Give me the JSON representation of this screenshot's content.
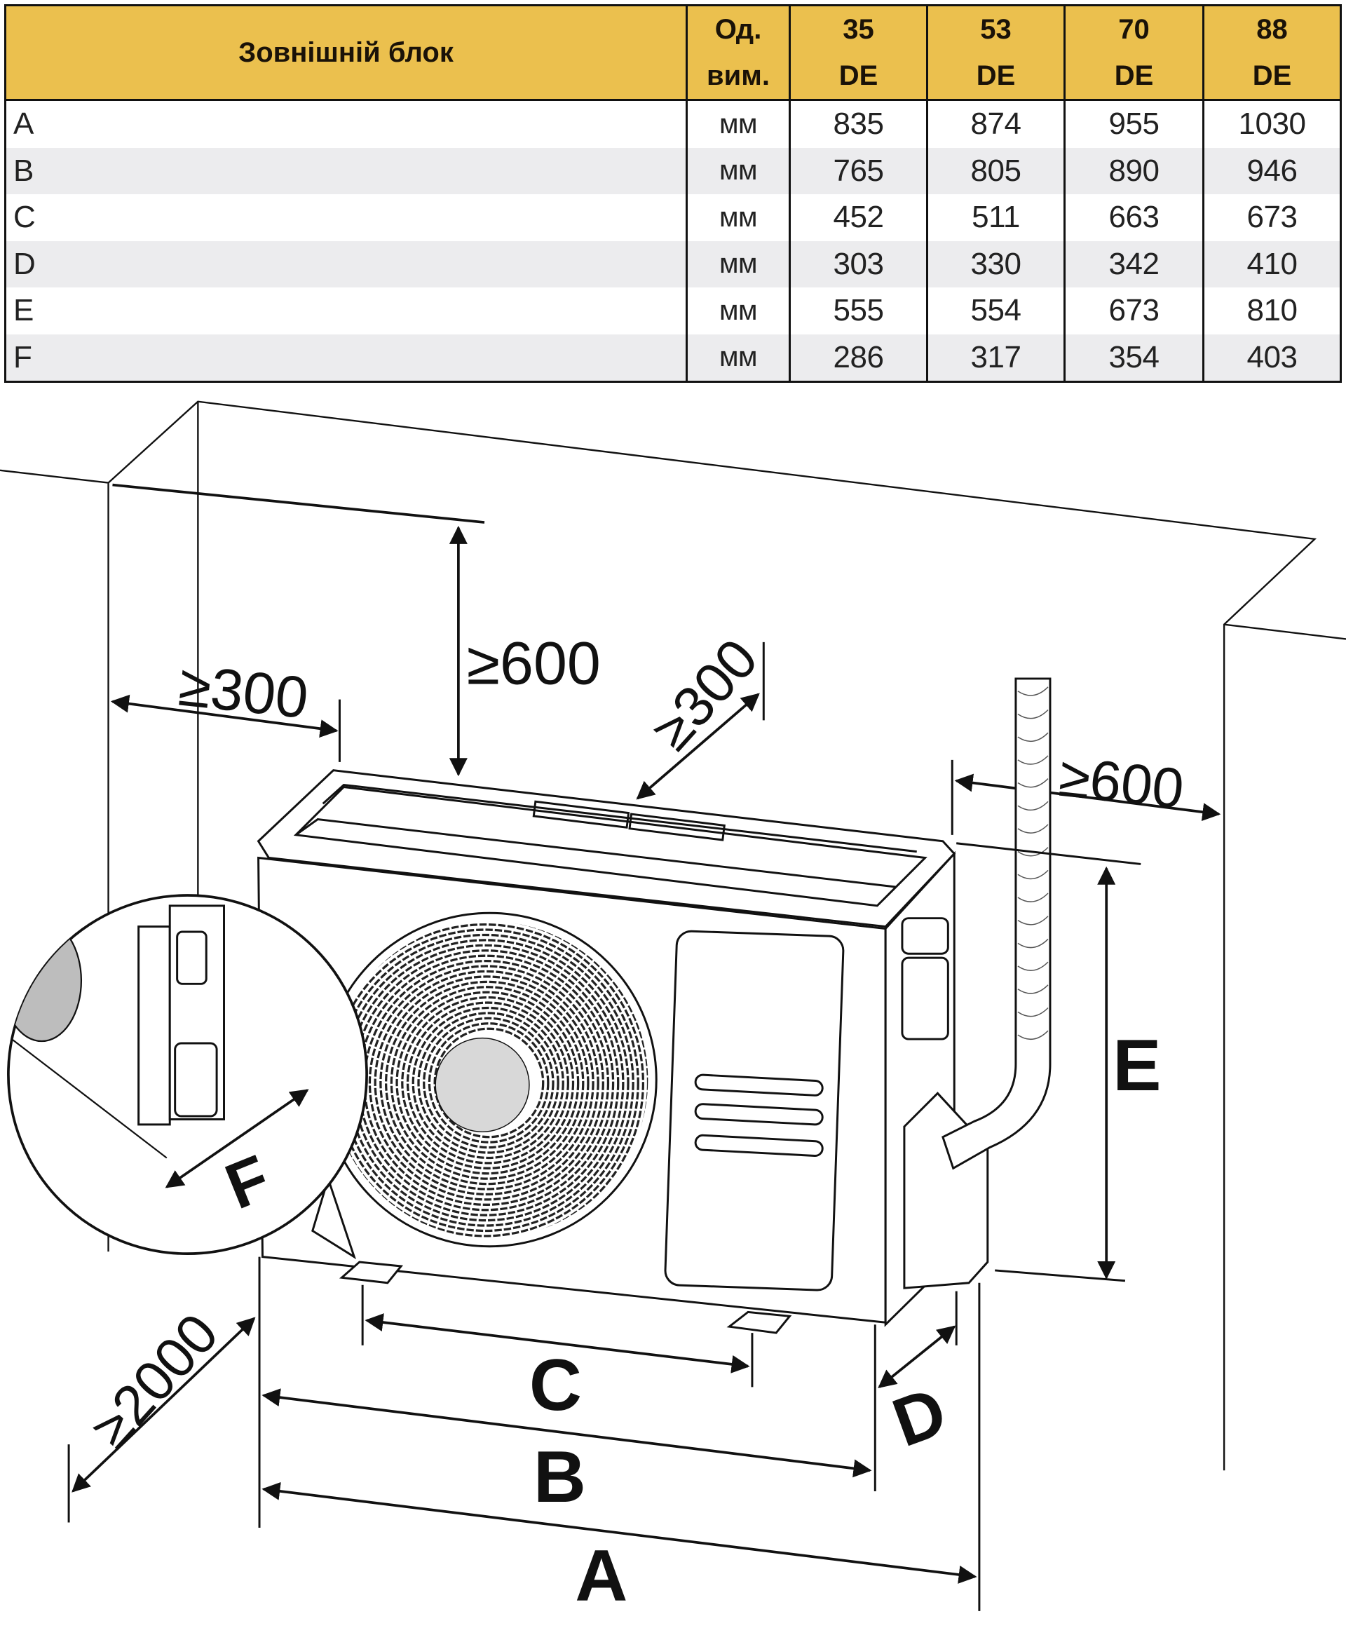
{
  "table": {
    "header": {
      "title": "Зовнішній блок",
      "unit_line1": "Од.",
      "unit_line2": "вим.",
      "models": [
        {
          "line1": "35",
          "line2": "DE"
        },
        {
          "line1": "53",
          "line2": "DE"
        },
        {
          "line1": "70",
          "line2": "DE"
        },
        {
          "line1": "88",
          "line2": "DE"
        }
      ]
    },
    "rows": [
      {
        "param": "A",
        "unit": "мм",
        "values": [
          "835",
          "874",
          "955",
          "1030"
        ]
      },
      {
        "param": "B",
        "unit": "мм",
        "values": [
          "765",
          "805",
          "890",
          "946"
        ]
      },
      {
        "param": "C",
        "unit": "мм",
        "values": [
          "452",
          "511",
          "663",
          "673"
        ]
      },
      {
        "param": "D",
        "unit": "мм",
        "values": [
          "303",
          "330",
          "342",
          "410"
        ]
      },
      {
        "param": "E",
        "unit": "мм",
        "values": [
          "555",
          "554",
          "673",
          "810"
        ]
      },
      {
        "param": "F",
        "unit": "мм",
        "values": [
          "286",
          "317",
          "354",
          "403"
        ]
      }
    ],
    "colors": {
      "header_bg": "#ebc04e",
      "stripe_bg": "#ececee",
      "border": "#111111"
    }
  },
  "diagram": {
    "clearances": {
      "left": "≥300",
      "top": "≥600",
      "rear": "≥300",
      "right": "≥600",
      "front": "≥2000"
    },
    "dimension_labels": {
      "a": "A",
      "b": "B",
      "c": "C",
      "d": "D",
      "e": "E",
      "f": "F"
    }
  }
}
